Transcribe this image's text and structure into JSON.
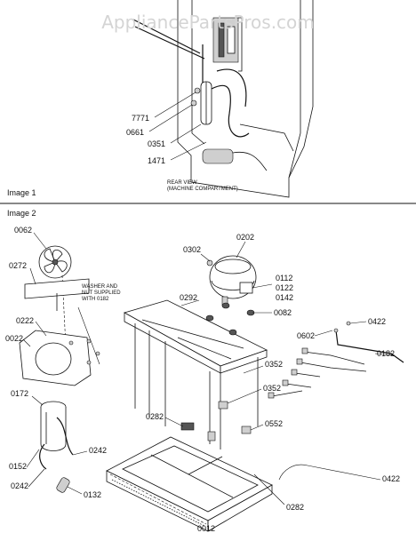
{
  "watermark": "AppliancePartsPros.com",
  "image1": {
    "label": "Image 1",
    "caption_line1": "REAR VIEW",
    "caption_line2": "(MACHINE COMPARTMENT)",
    "parts": [
      "7771",
      "0661",
      "0351",
      "1471"
    ]
  },
  "image2": {
    "label": "Image 2",
    "note_line1": "WASHER AND",
    "note_line2": "NUT SUPPLIED",
    "note_line3": "WITH 0182",
    "parts": [
      "0062",
      "0272",
      "0222",
      "0022",
      "0172",
      "0152",
      "0242",
      "0242",
      "0132",
      "0302",
      "0202",
      "0112",
      "0122",
      "0142",
      "0082",
      "0292",
      "0422",
      "0602",
      "0182",
      "0352",
      "0352",
      "0552",
      "0282",
      "0012",
      "0422",
      "0282"
    ]
  }
}
